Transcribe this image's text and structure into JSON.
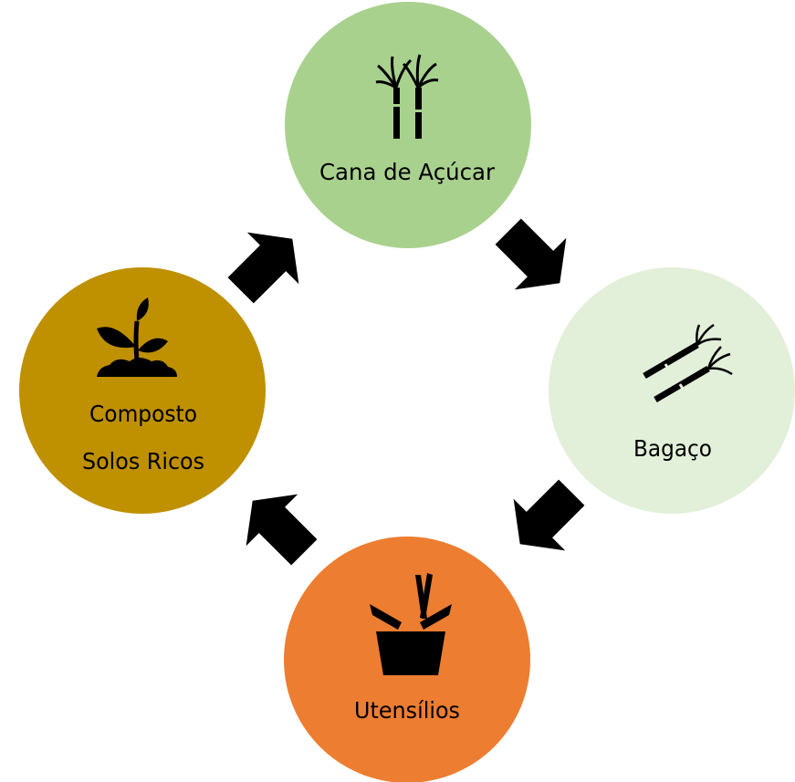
{
  "colors": {
    "cane": "#a9d18e",
    "bagasse": "#e2f0d9",
    "utensils": "#ed7d31",
    "compost": "#bf9000",
    "arrows": "#000000"
  },
  "nodes": {
    "cane": {
      "label": "Cana de Açúcar",
      "icon": "sugarcane-icon"
    },
    "bagasse": {
      "label": "Bagaço",
      "icon": "bagasse-icon"
    },
    "utensils": {
      "label": "Utensílios",
      "icon": "takeout-box-icon"
    },
    "compost": {
      "line1": "Composto",
      "line2": "Solos Ricos",
      "icon": "sprout-icon"
    }
  },
  "cycle": [
    "Cana de Açúcar",
    "Bagaço",
    "Utensílios",
    "Composto Solos Ricos"
  ]
}
